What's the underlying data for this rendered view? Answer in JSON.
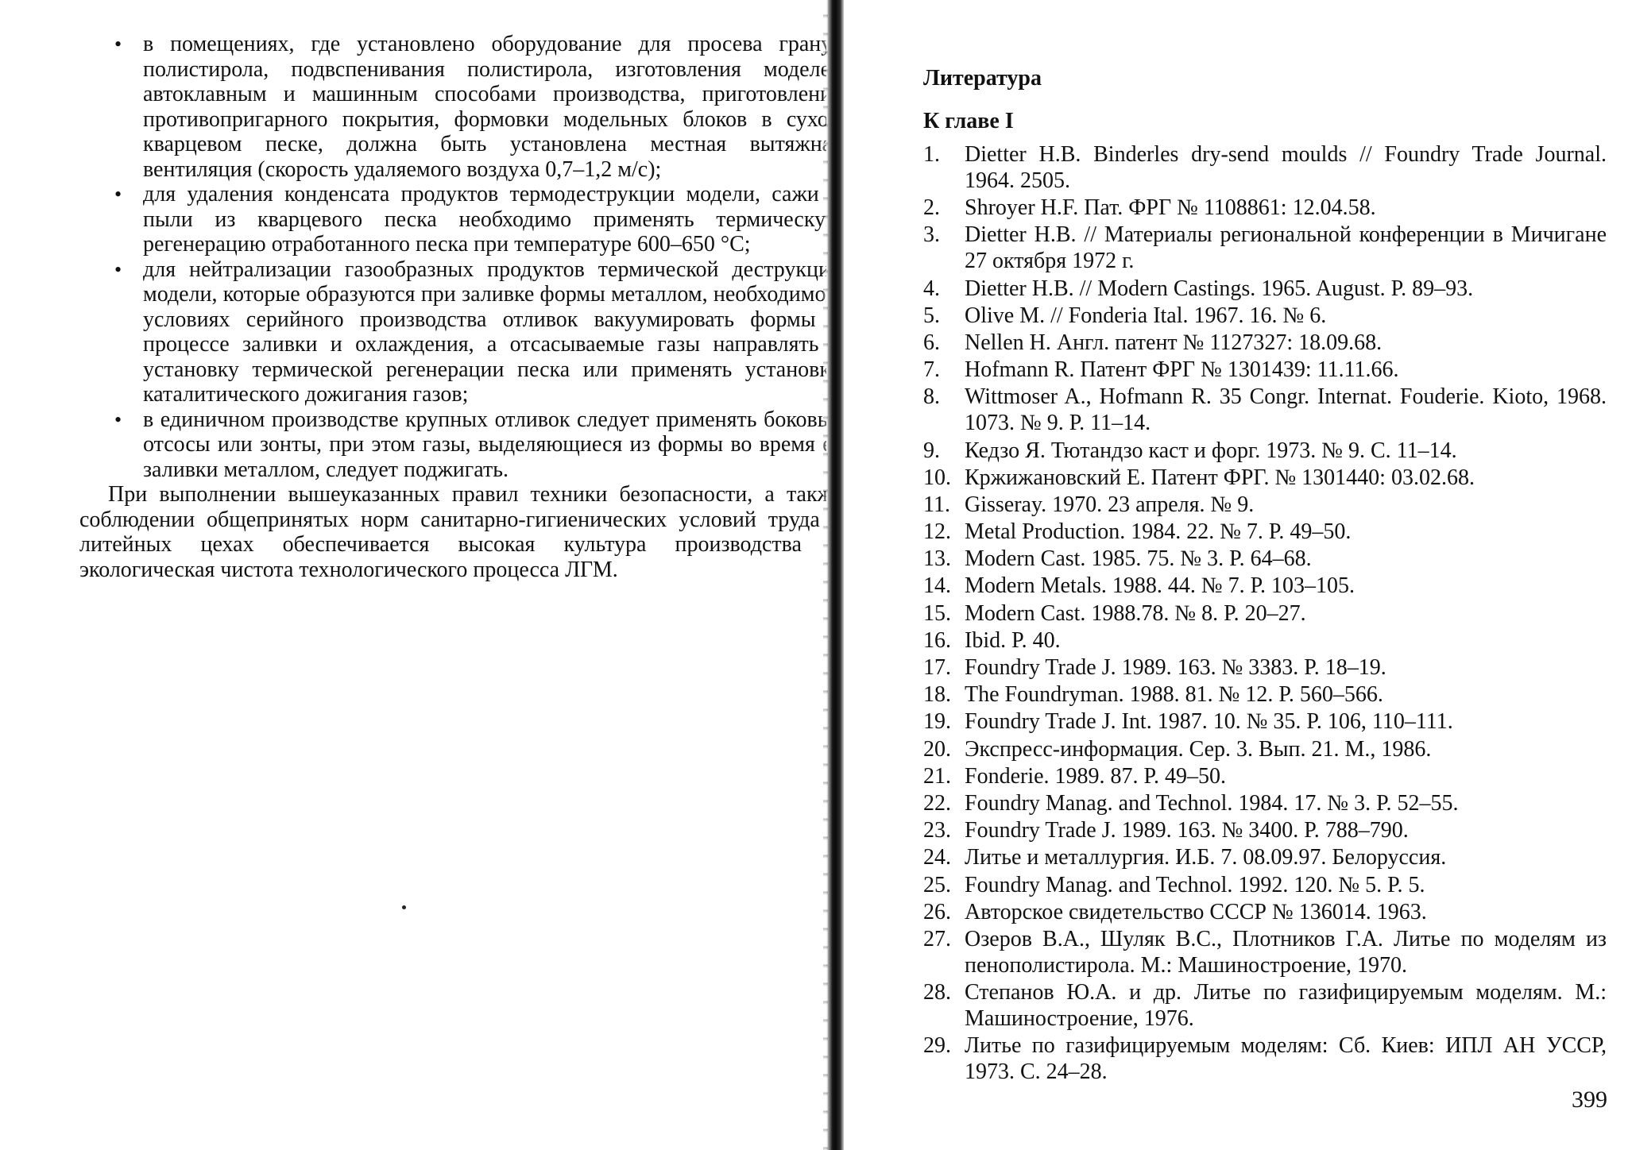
{
  "left_page": {
    "bullets": [
      "в помещениях, где установлено оборудование для просева гранул полистирола, подвспенивания полистирола, изготовления моделей автоклавным и машинным способами производства, приготовления противопригарного покрытия, формовки модельных блоков в сухом кварцевом песке, должна быть установлена местная вытяжная вентиляция (скорость удаляемого воздуха 0,7–1,2 м/с);",
      "для удаления конденсата продуктов термодеструкции модели, сажи и пыли из кварцевого песка необходимо применять термическую регенерацию отработанного песка при температуре 600–650 °С;",
      "для нейтрализации газообразных продуктов термической деструкции модели, которые образуются при заливке формы металлом, необходимо в условиях серийного производства отливок вакуумировать формы в процессе заливки и охлаждения, а отсасываемые газы направлять в установку термической регенерации песка или применять установки каталитического дожигания газов;",
      "в единичном производстве крупных отливок следует применять боковые отсосы или зонты, при этом газы, выделяющиеся из формы во время ее заливки металлом, следует поджигать."
    ],
    "bullet_symbol": "•",
    "paragraph": "При выполнении вышеуказанных правил техники безопасности, а также соблюдении общепринятых норм санитарно-гигиенических условий труда в литейных цехах обеспечивается высокая культура производства и экологическая чистота технологического процесса ЛГМ."
  },
  "right_page": {
    "section_title": "Литература",
    "chapter_title": "К главе I",
    "references": [
      {
        "num": "1.",
        "text": "Dietter H.B. Binderles dry-send moulds // Foundry Trade Journal. 1964. 2505."
      },
      {
        "num": "2.",
        "text": "Shroyer H.F. Пат. ФРГ № 1108861: 12.04.58."
      },
      {
        "num": "3.",
        "text": "Dietter H.B. // Материалы региональной конференции в Мичигане 27 октября 1972 г."
      },
      {
        "num": "4.",
        "text": "Dietter H.B. // Modern Castings. 1965. August. P. 89–93."
      },
      {
        "num": "5.",
        "text": "Olive M. // Fonderia Ital. 1967. 16. № 6."
      },
      {
        "num": "6.",
        "text": "Nellen H. Англ. патент № 1127327: 18.09.68."
      },
      {
        "num": "7.",
        "text": "Hofmann R. Патент ФРГ № 1301439: 11.11.66."
      },
      {
        "num": "8.",
        "text": "Wittmoser A., Hofmann R. 35 Congr. Internat. Fouderie. Kioto, 1968. 1073. № 9. P. 11–14."
      },
      {
        "num": "9.",
        "text": "Кедзо Я. Тютандзо каст и форг. 1973. № 9. С. 11–14."
      },
      {
        "num": "10.",
        "text": "Кржижановский Е. Патент ФРГ. № 1301440: 03.02.68."
      },
      {
        "num": "11.",
        "text": "Gisseray. 1970. 23 апреля. № 9."
      },
      {
        "num": "12.",
        "text": "Metal Production. 1984. 22. № 7. P. 49–50."
      },
      {
        "num": "13.",
        "text": "Modern Cast. 1985. 75. № 3. P. 64–68."
      },
      {
        "num": "14.",
        "text": "Modern Metals. 1988. 44. № 7. P. 103–105."
      },
      {
        "num": "15.",
        "text": "Modern Cast. 1988.78. № 8. P. 20–27."
      },
      {
        "num": "16.",
        "text": "Ibid. P. 40."
      },
      {
        "num": "17.",
        "text": "Foundry Trade J. 1989. 163. № 3383. P. 18–19."
      },
      {
        "num": "18.",
        "text": "The Foundryman. 1988. 81. № 12. P. 560–566."
      },
      {
        "num": "19.",
        "text": "Foundry Trade J. Int. 1987. 10. № 35. P. 106, 110–111."
      },
      {
        "num": "20.",
        "text": "Экспресс-информация. Сер. 3. Вып. 21. М., 1986."
      },
      {
        "num": "21.",
        "text": "Fonderie. 1989. 87. P. 49–50."
      },
      {
        "num": "22.",
        "text": "Foundry Manag. and Technol. 1984. 17. № 3. P. 52–55."
      },
      {
        "num": "23.",
        "text": "Foundry Trade J. 1989. 163. № 3400. P. 788–790."
      },
      {
        "num": "24.",
        "text": "Литье и металлургия. И.Б. 7. 08.09.97. Белоруссия."
      },
      {
        "num": "25.",
        "text": "Foundry Manag. and Technol. 1992. 120. № 5. P. 5."
      },
      {
        "num": "26.",
        "text": "Авторское свидетельство СССР № 136014. 1963."
      },
      {
        "num": "27.",
        "text": "Озеров В.А., Шуляк В.С., Плотников Г.А. Литье по моделям из пенополистирола. М.: Машиностроение, 1970."
      },
      {
        "num": "28.",
        "text": "Степанов Ю.А. и др. Литье по газифицируемым моделям. М.: Машиностроение, 1976."
      },
      {
        "num": "29.",
        "text": "Литье по газифицируемым моделям: Сб. Киев: ИПЛ АН УССР, 1973. С. 24–28."
      }
    ],
    "page_number": "399"
  }
}
